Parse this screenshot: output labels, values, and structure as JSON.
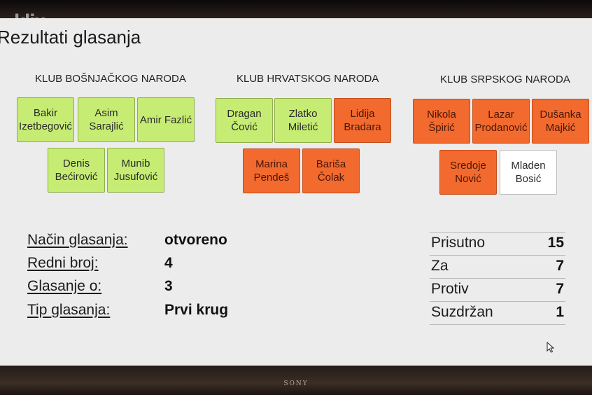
{
  "watermark": "klix",
  "page_title": "Rezultati glasanja",
  "brand": "SONY",
  "clubs": [
    {
      "title": "KLUB BOŠNJAČKOG NARODA",
      "members": [
        {
          "name": "Bakir\nIzetbegović",
          "vote": "for"
        },
        {
          "name": "Asim\nSarajlić",
          "vote": "for"
        },
        {
          "name": "Amir Fazlić",
          "vote": "for"
        },
        {
          "name": "Denis\nBećirović",
          "vote": "for"
        },
        {
          "name": "Munib\nJusufović",
          "vote": "for"
        }
      ]
    },
    {
      "title": "KLUB HRVATSKOG NARODA",
      "members": [
        {
          "name": "Dragan\nČović",
          "vote": "for"
        },
        {
          "name": "Zlatko\nMiletić",
          "vote": "for"
        },
        {
          "name": "Lidija\nBradara",
          "vote": "against"
        },
        {
          "name": "Marina\nPendeš",
          "vote": "against"
        },
        {
          "name": "Bariša\nČolak",
          "vote": "against"
        }
      ]
    },
    {
      "title": "KLUB SRPSKOG NARODA",
      "members": [
        {
          "name": "Nikola\nŠpirić",
          "vote": "against"
        },
        {
          "name": "Lazar\nProdanović",
          "vote": "against"
        },
        {
          "name": "Dušanka\nMajkić",
          "vote": "against"
        },
        {
          "name": "Sredoje\nNović",
          "vote": "against"
        },
        {
          "name": "Mladen\nBosić",
          "vote": "abstain"
        }
      ]
    }
  ],
  "info": [
    {
      "label": "Način glasanja:",
      "value": "otvoreno"
    },
    {
      "label": "Redni broj:",
      "value": "4"
    },
    {
      "label": "Glasanje o:",
      "value": "3"
    },
    {
      "label": "Tip glasanja:",
      "value": "Prvi krug"
    }
  ],
  "stats": [
    {
      "label": "Prisutno",
      "value": "15"
    },
    {
      "label": "Za",
      "value": "7"
    },
    {
      "label": "Protiv",
      "value": "7"
    },
    {
      "label": "Suzdržan",
      "value": "1"
    }
  ],
  "colors": {
    "for": "#c6ec73",
    "against": "#f26a2e",
    "abstain": "#ffffff",
    "screen": "#ececec"
  }
}
